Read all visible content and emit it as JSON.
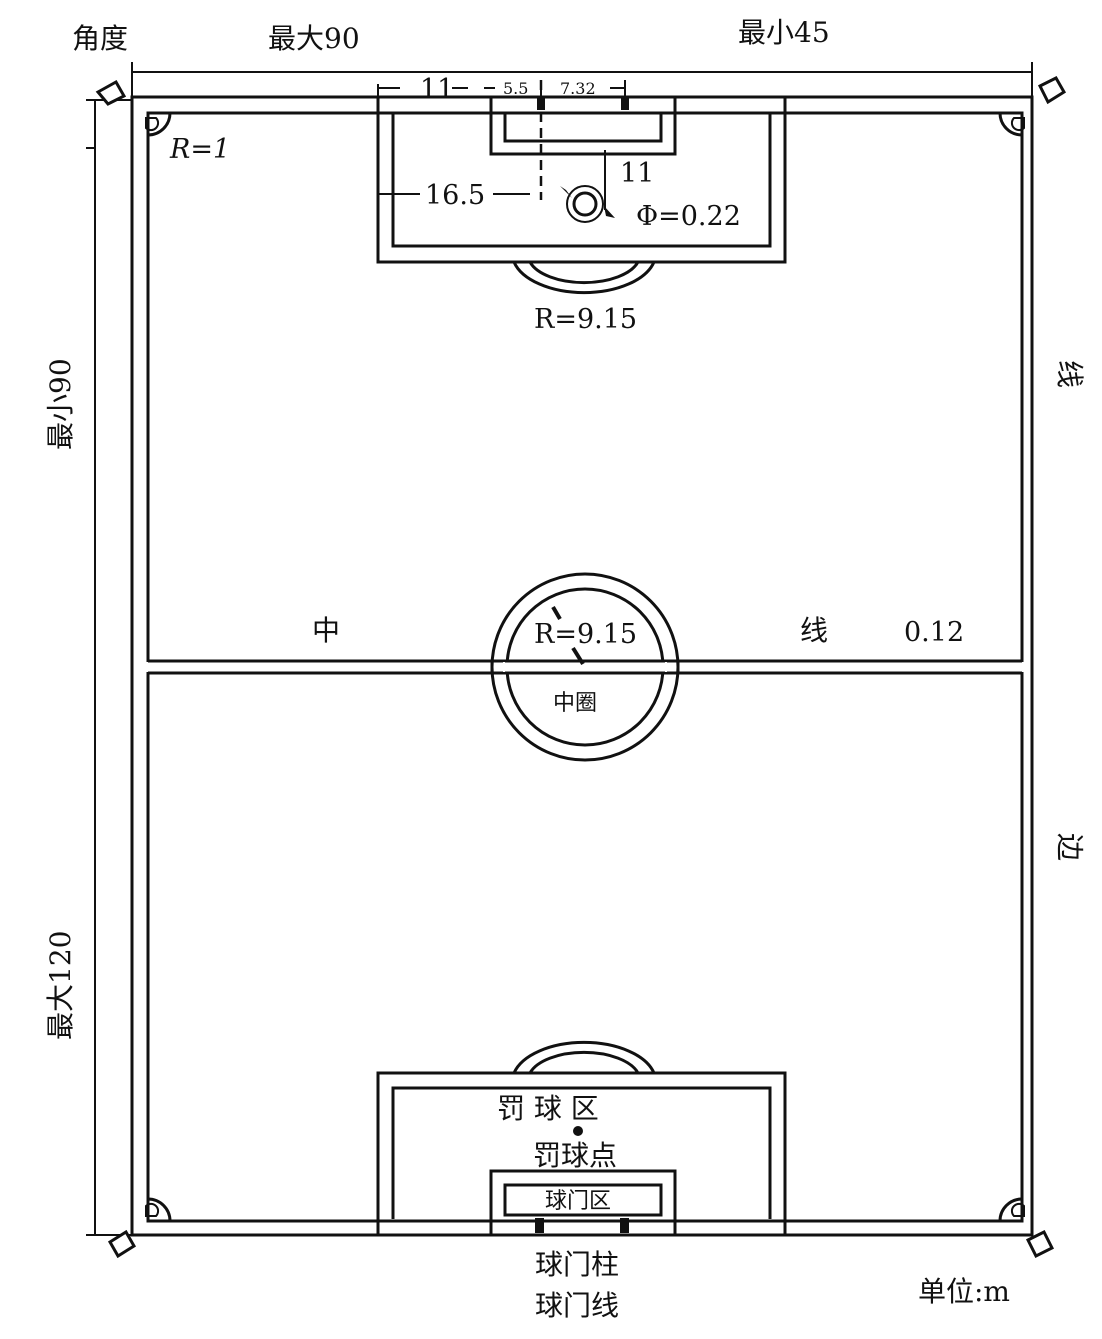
{
  "labels": {
    "angle": "角度",
    "max_width": "最大90",
    "min_width": "最小45",
    "min_length": "最小90",
    "max_length": "最大120",
    "sideline_a": "线",
    "sideline_b": "边",
    "halfway_a": "中",
    "halfway_b": "线",
    "line_width": "0.12",
    "center_circle": "中圈",
    "center_radius": "R=9.15",
    "corner_radius": "R=1",
    "arc_radius": "R=9.15",
    "penalty_area": "罚 球 区",
    "penalty_spot": "罚球点",
    "goal_area": "球门区",
    "goal_post": "球门柱",
    "goal_line": "球门线",
    "unit": "单位:m"
  },
  "dimensions": {
    "d11_top": "11",
    "d55": "5.5",
    "d732": "7.32",
    "d11_spot": "11",
    "d165": "16.5",
    "ball_diameter": "Φ=0.22"
  }
}
